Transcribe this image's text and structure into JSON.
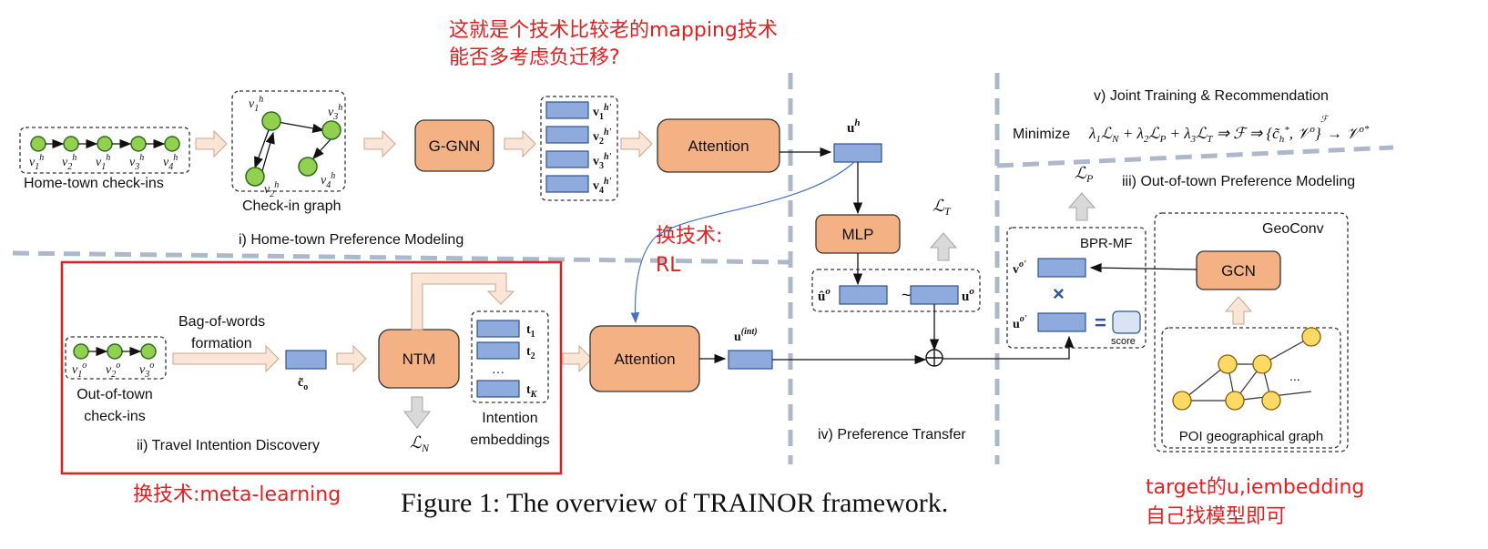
{
  "annotations": {
    "mapping_line1": "这就是个技术比较老的mapping技术",
    "mapping_line2": "能否多考虑负迁移?",
    "rl_line1": "换技术:",
    "rl_line2": "RL",
    "meta": "换技术:meta-learning",
    "target_line1": "target的u,iembedding",
    "target_line2": "自己找模型即可"
  },
  "hometown": {
    "checkins_label": "Home-town check-ins",
    "nodes": [
      "v1h",
      "v2h",
      "v1h",
      "v3h",
      "v4h"
    ],
    "graph_label": "Check-in graph",
    "gnn": "G-GNN",
    "attention": "Attention",
    "embeddings": [
      "v1h'",
      "v2h'",
      "v3h'",
      "v4h'"
    ],
    "section": "i) Home-town Preference Modeling"
  },
  "travel": {
    "bow_line1": "Bag-of-words",
    "bow_line2": "formation",
    "checkins_line1": "Out-of-town",
    "checkins_line2": "check-ins",
    "ntm": "NTM",
    "topics": [
      "t1",
      "t2",
      "...",
      "tK"
    ],
    "intent_line1": "Intention",
    "intent_line2": "embeddings",
    "attention": "Attention",
    "section": "ii) Travel Intention Discovery",
    "loss": "L_N",
    "co": "c_o",
    "uint": "u(int)"
  },
  "transfer": {
    "mlp": "MLP",
    "uh": "u^h",
    "uo_hat": "û^o",
    "tilde": "~",
    "uo": "u^o",
    "loss": "L_T",
    "section": "iv) Preference Transfer"
  },
  "outoftown": {
    "section": "iii) Out-of-town Preference Modeling",
    "bpr": "BPR-MF",
    "vo": "v^o'",
    "uo": "u^o'",
    "times": "×",
    "equals": "=",
    "score": "score",
    "loss": "L_P",
    "geoconv": "GeoConv",
    "gcn": "GCN",
    "poi_label": "POI geographical graph",
    "dots": "..."
  },
  "joint": {
    "title": "v) Joint Training & Recommendation",
    "formula": "Minimize  λ₁ℒ_N + λ₂ℒ_P + λ₃ℒ_T ⇒ ℱ ⇒ {c̃_h*, 𝒱ᵒ} → 𝒱ᵒ*"
  },
  "caption": "Figure 1: The overview of TRAINOR framework.",
  "colors": {
    "orange": "#f4b183",
    "blue": "#8faadc",
    "green": "#92d050",
    "yellow": "#ffd966",
    "red": "#e02020",
    "dash": "#adb9ca"
  }
}
